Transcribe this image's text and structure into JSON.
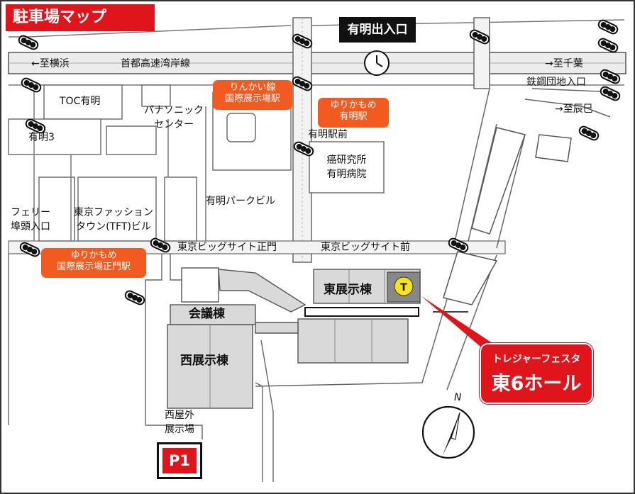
{
  "title": "駐車場マップ",
  "entrance_top": "有明出入口",
  "roads": {
    "expressway": "首都高速湾岸線",
    "to_yokohama": "←至横浜",
    "to_chiba": "→至千葉",
    "to_tatsumi": "→至辰巳",
    "steel_entrance": "鉄鋼団地入口"
  },
  "places": {
    "toc": "TOC有明",
    "panasonic_1": "パナソニック",
    "panasonic_2": "センター",
    "ariake3": "有明3",
    "ferry_1": "フェリー",
    "ferry_2": "埠頭入口",
    "fashion_1": "東京ファッション",
    "fashion_2": "タウン(TFT)ビル",
    "ariake_park": "有明パークビル",
    "cancer_1": "癌研究所",
    "cancer_2": "有明病院",
    "ariake_ekimae": "有明駅前",
    "bigsight_seimon": "東京ビッグサイト正門",
    "bigsight_mae": "東京ビッグサイト前",
    "east_hall": "東展示棟",
    "conference": "会議棟",
    "west_hall": "西展示棟",
    "west_outdoor_1": "西屋外",
    "west_outdoor_2": "展示場"
  },
  "stations": {
    "rinkai_1": "りんかい線",
    "rinkai_2": "国際展示場駅",
    "yurikamome_ariake_1": "ゆりかもめ",
    "yurikamome_ariake_2": "有明駅",
    "yurikamome_seimon_1": "ゆりかもめ",
    "yurikamome_seimon_2": "国際展示場正門駅"
  },
  "callout": {
    "event": "トレジャーフェスタ",
    "hall": "東6ホール"
  },
  "parking": "P1",
  "compass": "N",
  "colors": {
    "red": "#e0151c",
    "orange": "#f35a1f",
    "building": "#d9d9d9",
    "road": "#ebebeb"
  }
}
